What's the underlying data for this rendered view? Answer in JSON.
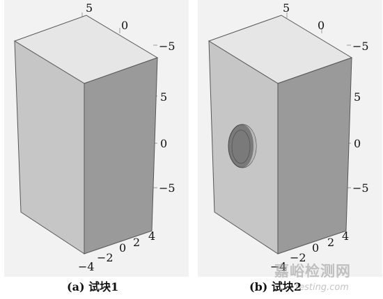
{
  "panel_a": {
    "caption": "(a) 试块1",
    "top_axis_ticks": [
      "5",
      "0"
    ],
    "right_axis_ticks": [
      "−5",
      "5",
      "0",
      "−5"
    ],
    "bottom_axis_ticks": [
      "−4",
      "−2",
      "0",
      "2",
      "4"
    ],
    "has_hole": false
  },
  "panel_b": {
    "caption": "(b) 试块2",
    "top_axis_ticks": [
      "5",
      "0"
    ],
    "right_axis_ticks": [
      "−5",
      "5",
      "0",
      "−5"
    ],
    "bottom_axis_ticks": [
      "−4",
      "−2",
      "0",
      "2",
      "4"
    ],
    "has_hole": true
  },
  "watermark": {
    "text": "嘉峪检测网",
    "subtext": "testing.com"
  },
  "colors": {
    "panel_bg": "#f2f2f2",
    "top_face": "#e6e6e6",
    "front_face": "#c6c6c6",
    "side_face": "#9a9a9a",
    "edge": "#555555",
    "hole_inner": "#7a7a7a"
  }
}
